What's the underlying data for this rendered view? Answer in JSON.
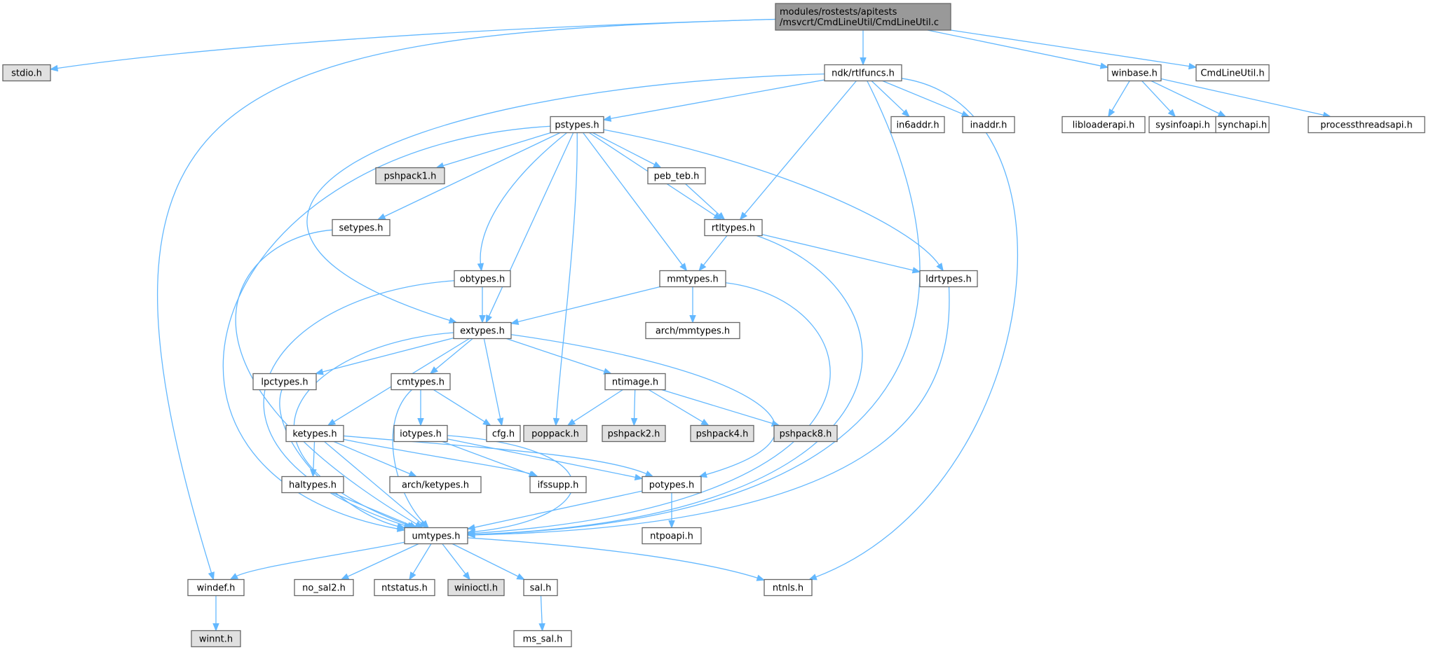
{
  "nodes": [
    {
      "id": "root",
      "lines": [
        "modules/rostests/apitests",
        "/msvcrt/CmdLineUtil/CmdLineUtil.c"
      ],
      "style": "root"
    },
    {
      "id": "stdio",
      "lines": [
        "stdio.h"
      ],
      "style": "external"
    },
    {
      "id": "rtlfuncs",
      "lines": [
        "ndk/rtlfuncs.h"
      ],
      "style": "normal"
    },
    {
      "id": "winbase",
      "lines": [
        "winbase.h"
      ],
      "style": "normal"
    },
    {
      "id": "cmdlineutil",
      "lines": [
        "CmdLineUtil.h"
      ],
      "style": "normal"
    },
    {
      "id": "libloaderapi",
      "lines": [
        "libloaderapi.h"
      ],
      "style": "normal"
    },
    {
      "id": "sysinfoapi",
      "lines": [
        "sysinfoapi.h"
      ],
      "style": "normal"
    },
    {
      "id": "synchapi",
      "lines": [
        "synchapi.h"
      ],
      "style": "normal"
    },
    {
      "id": "processthreadsapi",
      "lines": [
        "processthreadsapi.h"
      ],
      "style": "normal"
    },
    {
      "id": "pstypes",
      "lines": [
        "pstypes.h"
      ],
      "style": "normal"
    },
    {
      "id": "in6addr",
      "lines": [
        "in6addr.h"
      ],
      "style": "normal"
    },
    {
      "id": "inaddr",
      "lines": [
        "inaddr.h"
      ],
      "style": "normal"
    },
    {
      "id": "pshpack1",
      "lines": [
        "pshpack1.h"
      ],
      "style": "external"
    },
    {
      "id": "pebteb",
      "lines": [
        "peb_teb.h"
      ],
      "style": "normal"
    },
    {
      "id": "setypes",
      "lines": [
        "setypes.h"
      ],
      "style": "normal"
    },
    {
      "id": "rtltypes",
      "lines": [
        "rtltypes.h"
      ],
      "style": "normal"
    },
    {
      "id": "obtypes",
      "lines": [
        "obtypes.h"
      ],
      "style": "normal"
    },
    {
      "id": "mmtypes",
      "lines": [
        "mmtypes.h"
      ],
      "style": "normal"
    },
    {
      "id": "ldrtypes",
      "lines": [
        "ldrtypes.h"
      ],
      "style": "normal"
    },
    {
      "id": "extypes",
      "lines": [
        "extypes.h"
      ],
      "style": "normal"
    },
    {
      "id": "archmmtypes",
      "lines": [
        "arch/mmtypes.h"
      ],
      "style": "normal"
    },
    {
      "id": "lpctypes",
      "lines": [
        "lpctypes.h"
      ],
      "style": "normal"
    },
    {
      "id": "cmtypes",
      "lines": [
        "cmtypes.h"
      ],
      "style": "normal"
    },
    {
      "id": "ntimage",
      "lines": [
        "ntimage.h"
      ],
      "style": "normal"
    },
    {
      "id": "ketypes",
      "lines": [
        "ketypes.h"
      ],
      "style": "normal"
    },
    {
      "id": "iotypes",
      "lines": [
        "iotypes.h"
      ],
      "style": "normal"
    },
    {
      "id": "cfg",
      "lines": [
        "cfg.h"
      ],
      "style": "normal"
    },
    {
      "id": "poppack",
      "lines": [
        "poppack.h"
      ],
      "style": "external"
    },
    {
      "id": "pshpack2",
      "lines": [
        "pshpack2.h"
      ],
      "style": "external"
    },
    {
      "id": "pshpack4",
      "lines": [
        "pshpack4.h"
      ],
      "style": "external"
    },
    {
      "id": "pshpack8",
      "lines": [
        "pshpack8.h"
      ],
      "style": "external"
    },
    {
      "id": "haltypes",
      "lines": [
        "haltypes.h"
      ],
      "style": "normal"
    },
    {
      "id": "archketypes",
      "lines": [
        "arch/ketypes.h"
      ],
      "style": "normal"
    },
    {
      "id": "ifssupp",
      "lines": [
        "ifssupp.h"
      ],
      "style": "normal"
    },
    {
      "id": "potypes",
      "lines": [
        "potypes.h"
      ],
      "style": "normal"
    },
    {
      "id": "umtypes",
      "lines": [
        "umtypes.h"
      ],
      "style": "normal"
    },
    {
      "id": "ntpoapi",
      "lines": [
        "ntpoapi.h"
      ],
      "style": "normal"
    },
    {
      "id": "windef",
      "lines": [
        "windef.h"
      ],
      "style": "normal"
    },
    {
      "id": "nosal2",
      "lines": [
        "no_sal2.h"
      ],
      "style": "normal"
    },
    {
      "id": "ntstatus",
      "lines": [
        "ntstatus.h"
      ],
      "style": "normal"
    },
    {
      "id": "winioctl",
      "lines": [
        "winioctl.h"
      ],
      "style": "external"
    },
    {
      "id": "sal",
      "lines": [
        "sal.h"
      ],
      "style": "normal"
    },
    {
      "id": "ntnls",
      "lines": [
        "ntnls.h"
      ],
      "style": "normal"
    },
    {
      "id": "winnt",
      "lines": [
        "winnt.h"
      ],
      "style": "external"
    },
    {
      "id": "mssal",
      "lines": [
        "ms_sal.h"
      ],
      "style": "normal"
    }
  ],
  "edges": [
    [
      "root",
      "stdio"
    ],
    [
      "root",
      "windef"
    ],
    [
      "root",
      "rtlfuncs"
    ],
    [
      "root",
      "winbase"
    ],
    [
      "root",
      "cmdlineutil"
    ],
    [
      "winbase",
      "libloaderapi"
    ],
    [
      "winbase",
      "sysinfoapi"
    ],
    [
      "winbase",
      "synchapi"
    ],
    [
      "winbase",
      "processthreadsapi"
    ],
    [
      "rtlfuncs",
      "pstypes"
    ],
    [
      "rtlfuncs",
      "in6addr"
    ],
    [
      "rtlfuncs",
      "inaddr"
    ],
    [
      "rtlfuncs",
      "rtltypes"
    ],
    [
      "rtlfuncs",
      "extypes"
    ],
    [
      "rtlfuncs",
      "umtypes"
    ],
    [
      "rtlfuncs",
      "ntnls"
    ],
    [
      "pstypes",
      "pshpack1"
    ],
    [
      "pstypes",
      "pebteb"
    ],
    [
      "pstypes",
      "setypes"
    ],
    [
      "pstypes",
      "rtltypes"
    ],
    [
      "pstypes",
      "obtypes"
    ],
    [
      "pstypes",
      "mmtypes"
    ],
    [
      "pstypes",
      "ldrtypes"
    ],
    [
      "pstypes",
      "extypes"
    ],
    [
      "pstypes",
      "poppack"
    ],
    [
      "pstypes",
      "umtypes"
    ],
    [
      "pebteb",
      "rtltypes"
    ],
    [
      "setypes",
      "umtypes"
    ],
    [
      "rtltypes",
      "mmtypes"
    ],
    [
      "rtltypes",
      "ldrtypes"
    ],
    [
      "rtltypes",
      "umtypes"
    ],
    [
      "obtypes",
      "extypes"
    ],
    [
      "obtypes",
      "umtypes"
    ],
    [
      "mmtypes",
      "extypes"
    ],
    [
      "mmtypes",
      "archmmtypes"
    ],
    [
      "mmtypes",
      "umtypes"
    ],
    [
      "ldrtypes",
      "umtypes"
    ],
    [
      "extypes",
      "lpctypes"
    ],
    [
      "extypes",
      "cmtypes"
    ],
    [
      "extypes",
      "ntimage"
    ],
    [
      "extypes",
      "ketypes"
    ],
    [
      "extypes",
      "cfg"
    ],
    [
      "extypes",
      "potypes"
    ],
    [
      "extypes",
      "umtypes"
    ],
    [
      "lpctypes",
      "umtypes"
    ],
    [
      "cmtypes",
      "iotypes"
    ],
    [
      "cmtypes",
      "cfg"
    ],
    [
      "cmtypes",
      "umtypes"
    ],
    [
      "ntimage",
      "poppack"
    ],
    [
      "ntimage",
      "pshpack2"
    ],
    [
      "ntimage",
      "pshpack4"
    ],
    [
      "ntimage",
      "pshpack8"
    ],
    [
      "ketypes",
      "haltypes"
    ],
    [
      "ketypes",
      "archketypes"
    ],
    [
      "ketypes",
      "ifssupp"
    ],
    [
      "ketypes",
      "potypes"
    ],
    [
      "ketypes",
      "umtypes"
    ],
    [
      "iotypes",
      "ifssupp"
    ],
    [
      "iotypes",
      "potypes"
    ],
    [
      "iotypes",
      "umtypes"
    ],
    [
      "haltypes",
      "umtypes"
    ],
    [
      "potypes",
      "umtypes"
    ],
    [
      "potypes",
      "ntpoapi"
    ],
    [
      "umtypes",
      "windef"
    ],
    [
      "umtypes",
      "nosal2"
    ],
    [
      "umtypes",
      "ntstatus"
    ],
    [
      "umtypes",
      "winioctl"
    ],
    [
      "umtypes",
      "sal"
    ],
    [
      "umtypes",
      "ntnls"
    ],
    [
      "windef",
      "winnt"
    ],
    [
      "sal",
      "mssal"
    ]
  ],
  "colors": {
    "root_fill": "#999999",
    "external_fill": "#e0e0e0",
    "normal_fill": "#ffffff",
    "border": "#666666",
    "edge": "#63b8ff"
  }
}
